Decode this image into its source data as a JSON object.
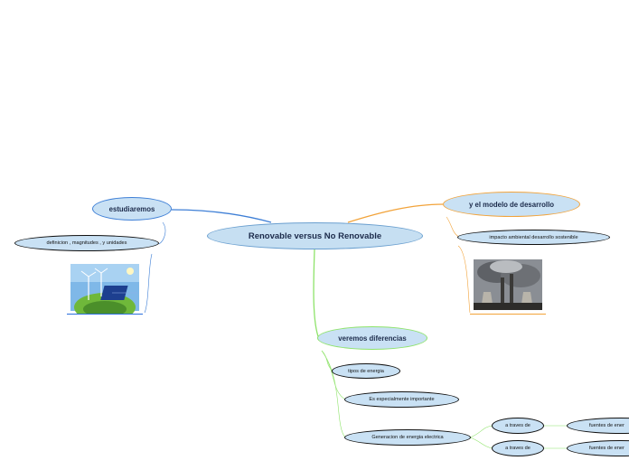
{
  "map": {
    "central": "Renovable versus No Renovable",
    "left": {
      "title": "estudiaremos",
      "children": [
        "definicion , magnitudes , y unidades"
      ],
      "image": "solar-energy-globe-image"
    },
    "right": {
      "title": "y el modelo de desarrollo",
      "children": [
        "impacto ambiental desarrollo sostenible"
      ],
      "image": "industrial-smokestacks-image"
    },
    "bottom": {
      "title": "veremos diferencias",
      "children": [
        "tipos de energia",
        "Es especialmente importante",
        "Generacion de energia electrica"
      ],
      "generation": {
        "branches": [
          {
            "label": "a traves de",
            "target": "fuentes de ener"
          },
          {
            "label": "a traves de",
            "target": "fuentes de ener"
          }
        ]
      }
    }
  },
  "colors": {
    "left_branch": "#3e7fd6",
    "right_branch": "#f2a33a",
    "bottom_branch": "#8ee36a",
    "node_fill": "#c9e1f4"
  }
}
